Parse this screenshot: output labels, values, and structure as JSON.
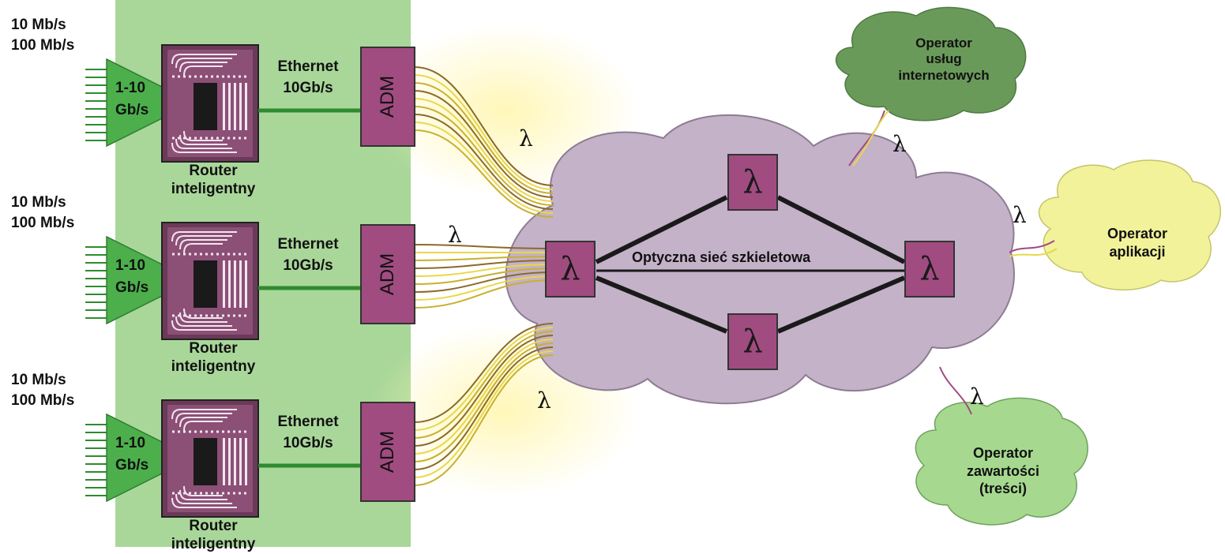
{
  "rows": [
    {
      "speed_low": "10 Mb/s",
      "speed_high": "100 Mb/s",
      "amp_label_1": "1-10",
      "amp_label_2": "Gb/s",
      "link_label_1": "Ethernet",
      "link_label_2": "10Gb/s",
      "adm_label": "ADM",
      "router_label_1": "Router",
      "router_label_2": "inteligentny"
    },
    {
      "speed_low": "10 Mb/s",
      "speed_high": "100 Mb/s",
      "amp_label_1": "1-10",
      "amp_label_2": "Gb/s",
      "link_label_1": "Ethernet",
      "link_label_2": "10Gb/s",
      "adm_label": "ADM",
      "router_label_1": "Router",
      "router_label_2": "inteligentny"
    },
    {
      "speed_low": "10 Mb/s",
      "speed_high": "100 Mb/s",
      "amp_label_1": "1-10",
      "amp_label_2": "Gb/s",
      "link_label_1": "Ethernet",
      "link_label_2": "10Gb/s",
      "adm_label": "ADM",
      "router_label_1": "Router",
      "router_label_2": "inteligentny"
    }
  ],
  "lambda": "λ",
  "backbone": {
    "label": "Optyczna sieć szkieletowa",
    "node_symbol": "λ",
    "fill_color": "#c4b2c9"
  },
  "operators": {
    "isp": {
      "line1": "Operator",
      "line2": "usług",
      "line3": "internetowych",
      "color": "#6a9a5a"
    },
    "app": {
      "line1": "Operator",
      "line2": "aplikacji",
      "color": "#f2f29a"
    },
    "content": {
      "line1": "Operator",
      "line2": "zawartości",
      "line3": "(treści)",
      "color": "#a6d98f"
    }
  },
  "colors": {
    "panel": "#a9d79a",
    "node": "#a04c80",
    "amplifier": "#4caf4c",
    "link": "#2e8b2e",
    "fiber": "#e8d84a"
  }
}
